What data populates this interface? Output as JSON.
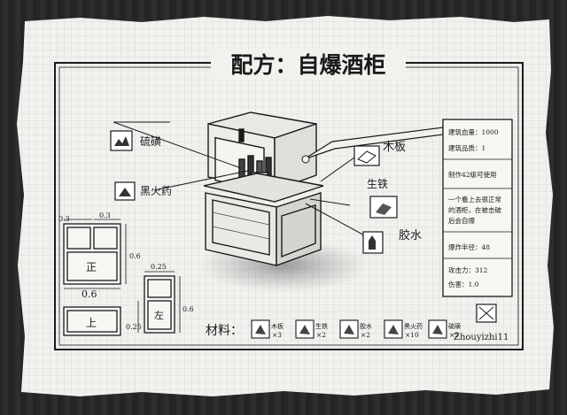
{
  "title": "配方：自爆酒柜",
  "callouts": {
    "sulfur": "硫磺",
    "gunpowder": "黑火药",
    "wood": "木板",
    "iron": "生铁",
    "glue": "胶水"
  },
  "stats": {
    "durability": "建筑血量：1000",
    "quality": "建筑品质：1",
    "craft_time": "制作42级可使用",
    "description": "一个看上去很正常的酒柜，在被击破后会自爆",
    "blast_radius": "爆炸半径：48",
    "attack": "攻击力：312",
    "damage": "伤害：1.0"
  },
  "dimensions": {
    "d1": "0.3",
    "d2": "0.3",
    "d3": "0.6",
    "d4": "0.6",
    "d5": "0.25",
    "d6": "0.25",
    "d7": "0.6"
  },
  "views": {
    "front": "正",
    "top": "上",
    "side": "左"
  },
  "materials": {
    "label": "材料：",
    "items": [
      {
        "name": "木板",
        "qty": "×3"
      },
      {
        "name": "生铁",
        "qty": "×2"
      },
      {
        "name": "胶水",
        "qty": "×2"
      },
      {
        "name": "黑火药",
        "qty": "×10"
      },
      {
        "name": "硫磺",
        "qty": "×5"
      }
    ]
  },
  "signature": "Zhouyizhi11",
  "colors": {
    "paper": "#f1f1ee",
    "grid": "#c9ccd0",
    "ink": "#1a1a1a",
    "background": "#2b2b2b"
  }
}
